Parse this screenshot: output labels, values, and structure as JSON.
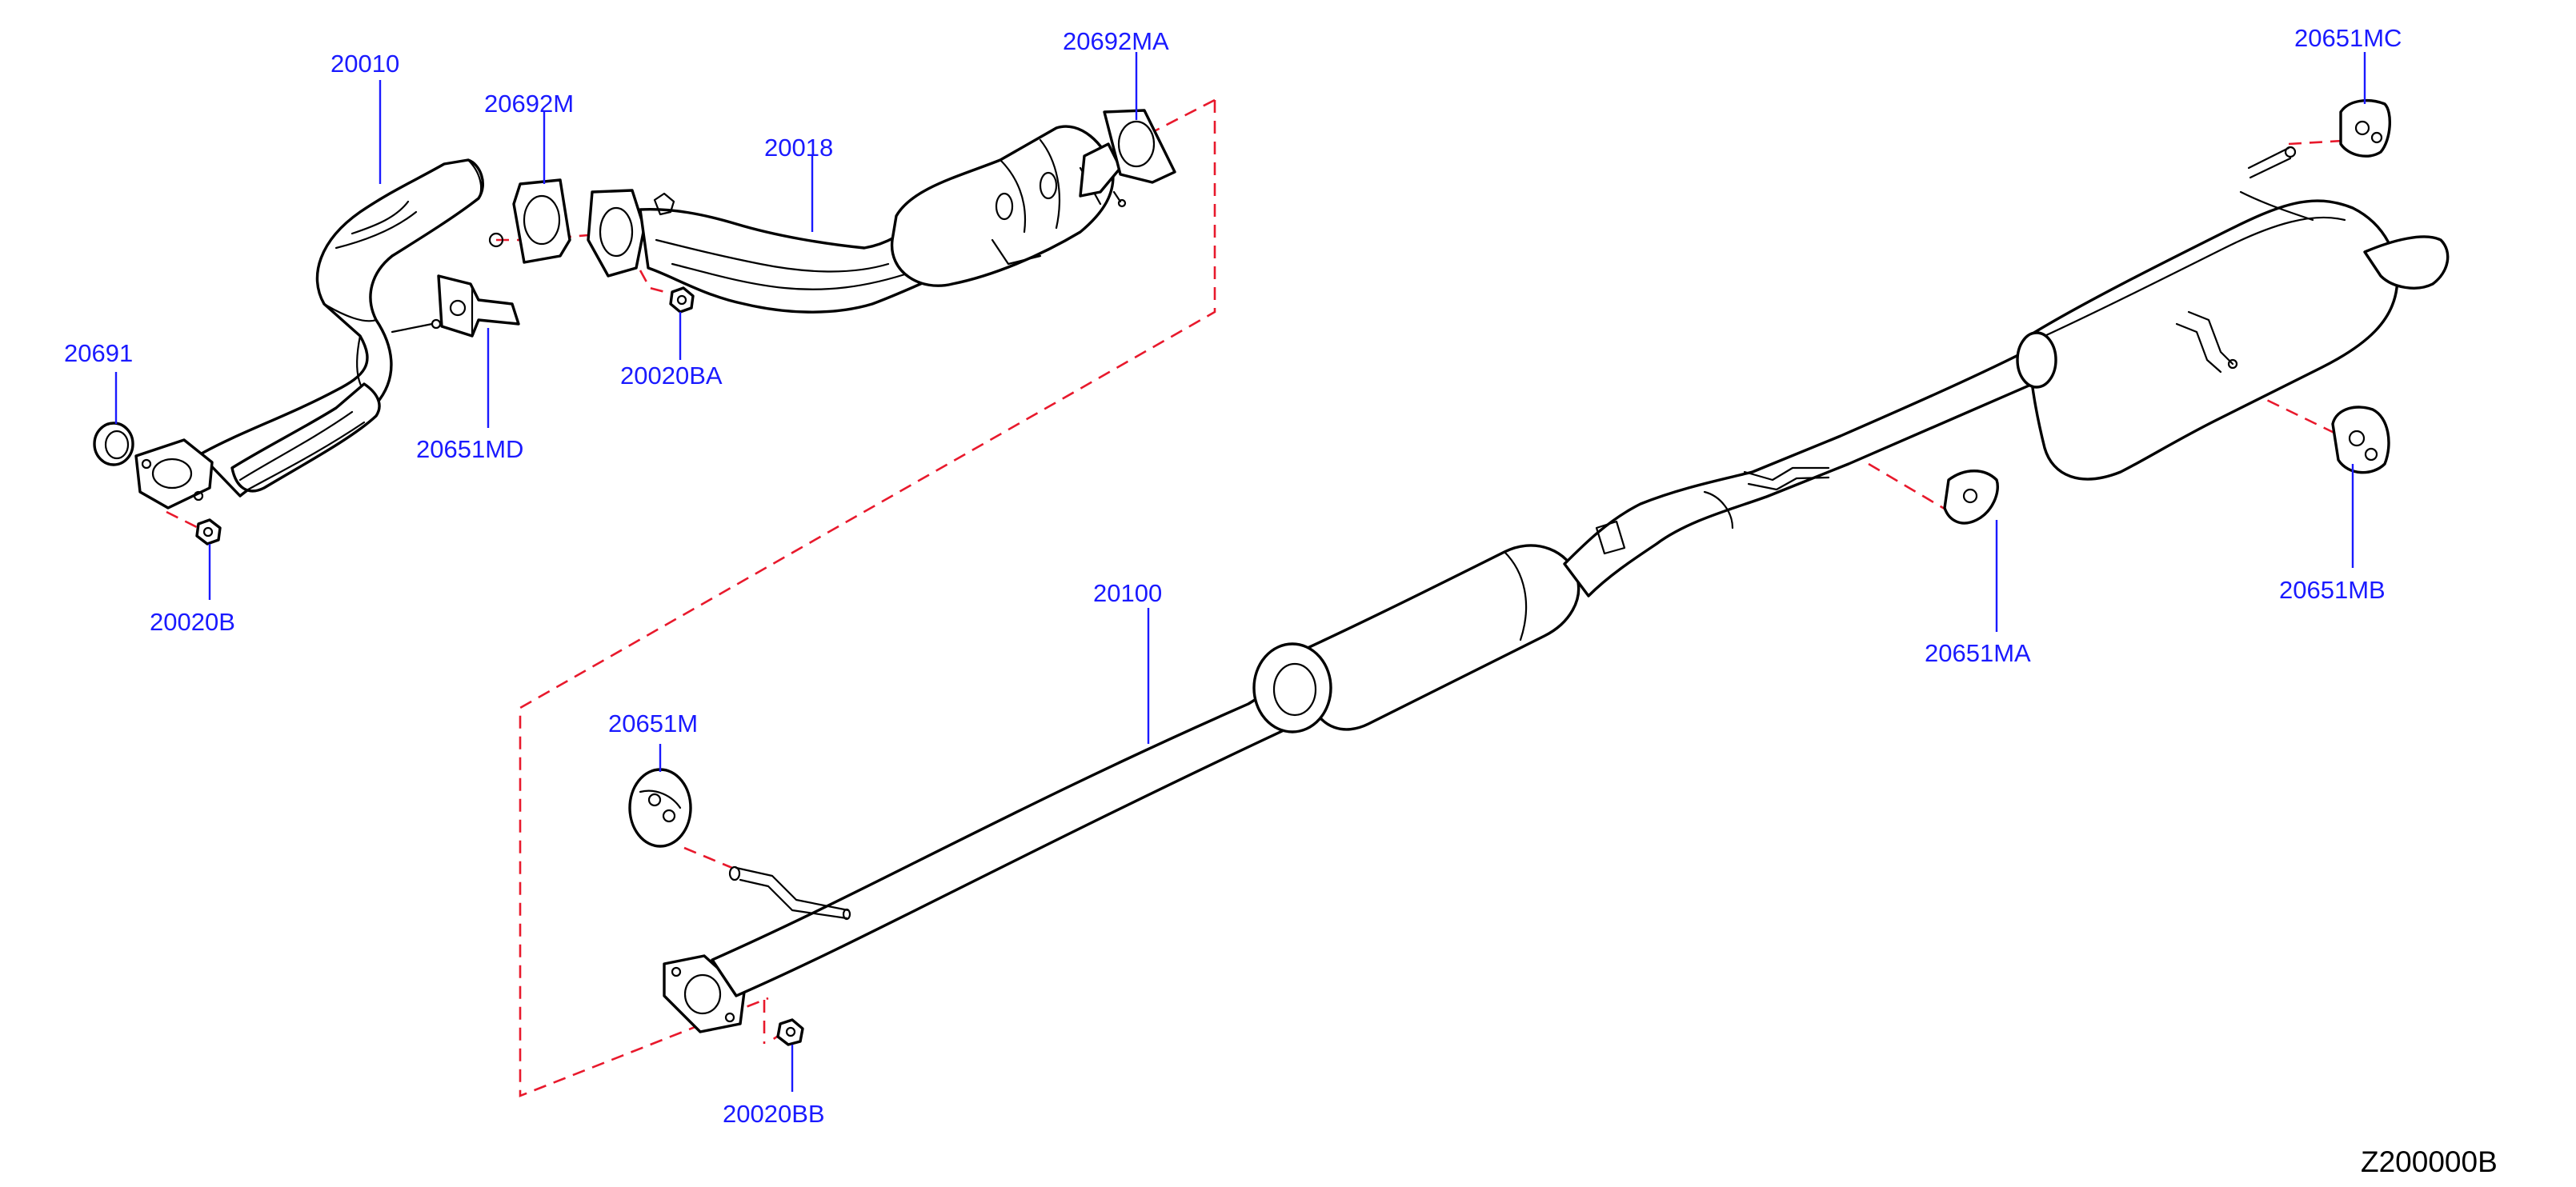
{
  "diagram_code": "Z200000B",
  "callouts": {
    "p20010": "20010",
    "p20692M": "20692M",
    "p20018": "20018",
    "p20692MA": "20692MA",
    "p20651MC": "20651MC",
    "p20691": "20691",
    "p20651MD": "20651MD",
    "p20020BA": "20020BA",
    "p20020B": "20020B",
    "p20100": "20100",
    "p20651MA": "20651MA",
    "p20651MB": "20651MB",
    "p20651M": "20651M",
    "p20020BB": "20020BB"
  },
  "colors": {
    "callout_text": "#1a1aff",
    "dashed_lines": "#e8192c",
    "outline": "#000000",
    "background": "#ffffff"
  }
}
